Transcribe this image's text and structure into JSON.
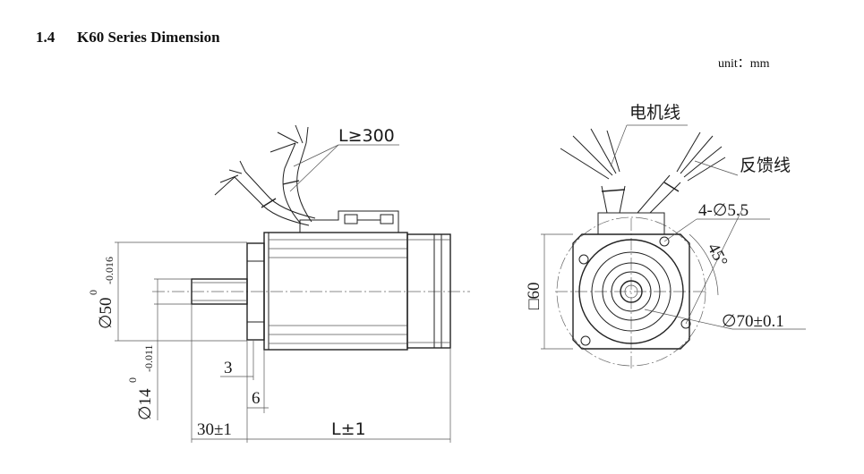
{
  "heading": {
    "number": "1.4",
    "title": "K60 Series Dimension"
  },
  "unit_note": "unit：mm",
  "labels": {
    "cable_length": "L≥300",
    "motor_wire": "电机线",
    "feedback_wire": "反馈线",
    "holes": "4-∅5.5",
    "angle": "45°",
    "pcd": "∅70±0.1",
    "square": "□60",
    "flange_diameter_main": "∅50",
    "flange_diameter_tol_upper": "0",
    "flange_diameter_tol_lower": "-0.016",
    "shaft_diameter_main": "∅14",
    "shaft_diameter_tol_upper": "0",
    "shaft_diameter_tol_lower": "-0.011",
    "dim_3": "3",
    "dim_6": "6",
    "shaft_length": "30±1",
    "body_length": "L±1"
  }
}
